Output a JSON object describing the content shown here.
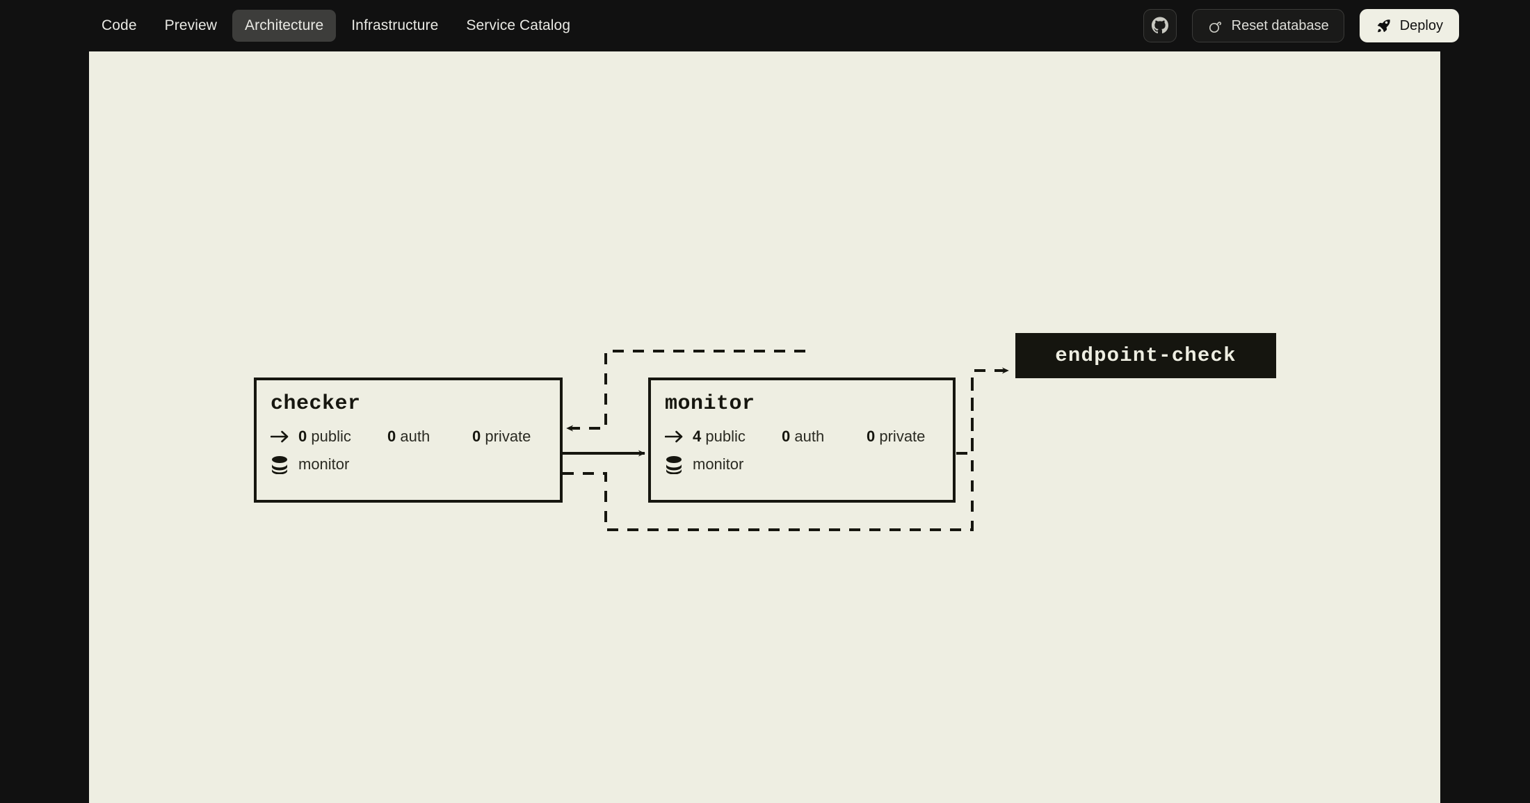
{
  "header": {
    "tabs": [
      {
        "label": "Code",
        "active": false,
        "name": "tab-code"
      },
      {
        "label": "Preview",
        "active": false,
        "name": "tab-preview"
      },
      {
        "label": "Architecture",
        "active": true,
        "name": "tab-architecture"
      },
      {
        "label": "Infrastructure",
        "active": false,
        "name": "tab-infrastructure"
      },
      {
        "label": "Service Catalog",
        "active": false,
        "name": "tab-service-catalog"
      }
    ],
    "github_button": {
      "icon": "github-icon"
    },
    "reset_button": {
      "label": "Reset database",
      "icon": "bomb-icon"
    },
    "deploy_button": {
      "label": "Deploy",
      "icon": "rocket-icon"
    }
  },
  "canvas": {
    "background_color": "#eeeee2",
    "stroke_color": "#16160f"
  },
  "diagram": {
    "type": "architecture-graph",
    "nodes": [
      {
        "id": "checker",
        "title": "checker",
        "endpoints": {
          "arrow_icon": "arrow-right-icon",
          "public_count": "0",
          "public_label": "public",
          "auth_count": "0",
          "auth_label": "auth",
          "private_count": "0",
          "private_label": "private"
        },
        "resource": {
          "icon": "database-icon",
          "label": "monitor"
        }
      },
      {
        "id": "monitor",
        "title": "monitor",
        "endpoints": {
          "arrow_icon": "arrow-right-icon",
          "public_count": "4",
          "public_label": "public",
          "auth_count": "0",
          "auth_label": "auth",
          "private_count": "0",
          "private_label": "private"
        },
        "resource": {
          "icon": "database-icon",
          "label": "monitor"
        }
      }
    ],
    "badges": [
      {
        "id": "endpoint-check",
        "label": "endpoint-check"
      }
    ],
    "edges": [
      {
        "from": "checker",
        "to": "monitor",
        "style": "solid"
      },
      {
        "from": "monitor",
        "to": "checker",
        "style": "dashed"
      },
      {
        "from": "monitor",
        "to": "endpoint-check",
        "style": "dashed"
      },
      {
        "from": "checker",
        "to": "endpoint-check",
        "style": "dashed"
      }
    ]
  }
}
